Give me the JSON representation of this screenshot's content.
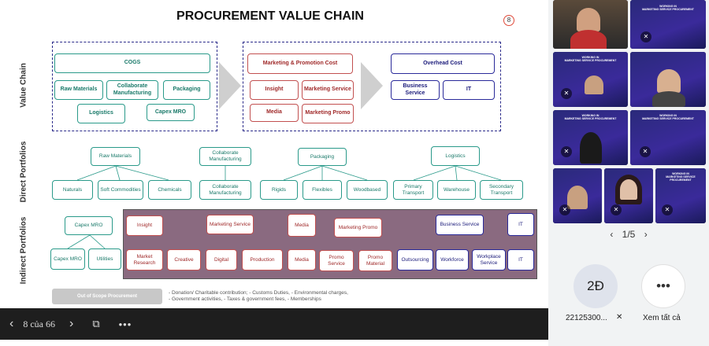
{
  "slide": {
    "title": "PROCUREMENT VALUE CHAIN",
    "slide_number": "8",
    "row_labels": {
      "value_chain": "Value Chain",
      "direct": "Direct Portfolios",
      "indirect": "Indirect Portfolios"
    },
    "value_chain": {
      "cogs": "COGS",
      "raw_materials": "Raw Materials",
      "collab_mfg": "Collaborate Manufacturing",
      "packaging": "Packaging",
      "logistics": "Logistics",
      "capex_mro": "Capex MRO",
      "mkt_promo_cost": "Marketing & Promotion Cost",
      "insight": "Insight",
      "marketing_service": "Marketing Service",
      "media": "Media",
      "marketing_promo": "Marketing Promo",
      "overhead_cost": "Overhead Cost",
      "business_service": "Business Service",
      "it": "IT"
    },
    "direct": {
      "raw_materials": "Raw Materials",
      "naturals": "Naturals",
      "soft_commodities": "Soft Commodities",
      "chemicals": "Chemicals",
      "collab_mfg": "Collaborate Manufacturing",
      "collab_mfg_child": "Collaborate Manufacturing",
      "packaging": "Packaging",
      "rigids": "Rigids",
      "flexibles": "Flexibles",
      "woodbased": "Woodbased",
      "logistics": "Logistics",
      "primary_transport": "Primary Transport",
      "warehouse": "Warehouse",
      "secondary_transport": "Secondary Transport"
    },
    "indirect": {
      "capex_mro": "Capex MRO",
      "capex_mro_child": "Capex MRO",
      "utilities": "Utilities",
      "insight": "Insight",
      "market_research": "Market Research",
      "marketing_service": "Marketing Service",
      "creative": "Creative",
      "digital": "Digital",
      "production": "Production",
      "media": "Media",
      "media_child": "Media",
      "marketing_promo": "Marketing Promo",
      "promo_service": "Promo Service",
      "promo_material": "Promo Material",
      "business_service": "Business Service",
      "outsourcing": "Outsourcing",
      "workforce": "Workforce",
      "workplace_service": "Workplace Service",
      "it": "IT",
      "it_child": "IT"
    },
    "out_of_scope": {
      "label": "Out of Scope Procurement",
      "line1": "- Donation/ Charitable contribution; - Customs Duties, - Environmental charges,",
      "line2": "- Government activities, - Taxes & government fees, - Memberships"
    }
  },
  "toolbar": {
    "page_indicator": "8 của 66",
    "prev_icon": "chevron-left-icon",
    "next_icon": "chevron-right-icon",
    "grid_icon": "grid-view-icon",
    "more_icon": "more-horizontal-icon"
  },
  "side": {
    "tile_caption_line1": "WORKING IN",
    "tile_caption_line2": "MARKETING SERVICE PROCUREMENT",
    "page": "1/5",
    "participant_initials": "2Đ",
    "participant_name": "22125300...",
    "see_all_icon": "•••",
    "see_all_label": "Xem tất cả"
  },
  "colors": {
    "teal": "#2a9a8a",
    "red": "#c25050",
    "navy": "#2a2a9a",
    "indirect_bg": "#8a6a80",
    "toolbar_bg": "#1e1e1e"
  }
}
